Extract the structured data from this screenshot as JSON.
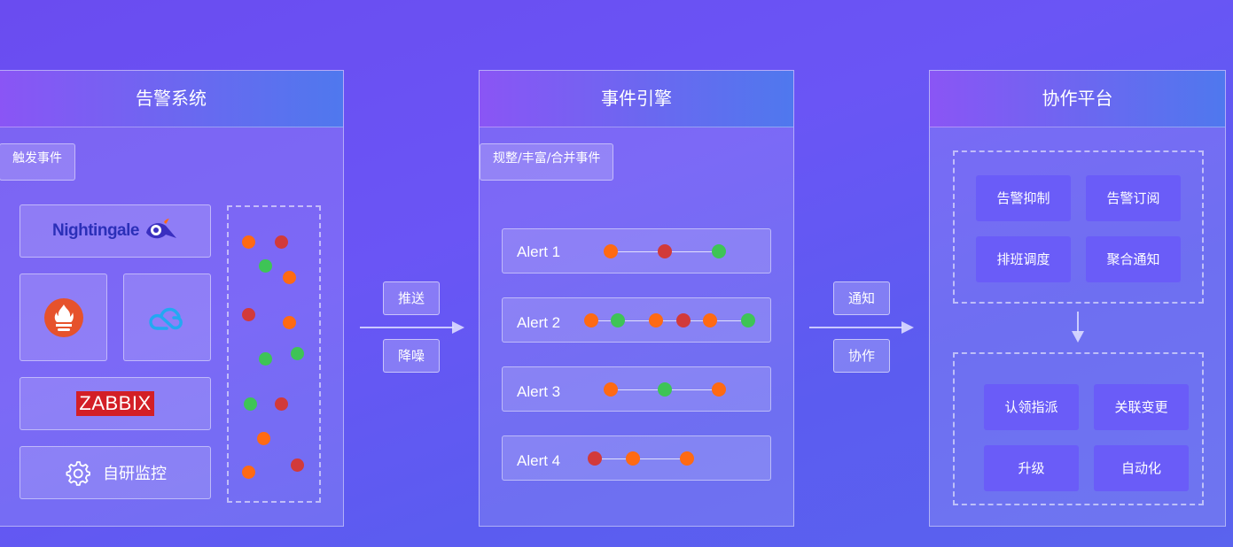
{
  "panels": {
    "alert_system": {
      "title": "告警系统",
      "tag": "触发事件",
      "sources": {
        "nightingale": "Nightingale",
        "zabbix": "ZABBIX",
        "self_monitor": "自研监控"
      }
    },
    "event_engine": {
      "title": "事件引擎",
      "tag": "规整/丰富/合并事件",
      "alerts": [
        {
          "label": "Alert 1",
          "dots": [
            "orange",
            "red",
            "green"
          ]
        },
        {
          "label": "Alert 2",
          "dots": [
            "orange",
            "green",
            "orange",
            "red",
            "orange",
            "green"
          ]
        },
        {
          "label": "Alert 3",
          "dots": [
            "orange",
            "green",
            "orange"
          ]
        },
        {
          "label": "Alert 4",
          "dots": [
            "red",
            "orange",
            "orange"
          ]
        }
      ]
    },
    "collab_platform": {
      "title": "协作平台",
      "top_features": [
        "告警抑制",
        "告警订阅",
        "排班调度",
        "聚合通知"
      ],
      "bottom_features": [
        "认领指派",
        "关联变更",
        "升级",
        "自动化"
      ]
    }
  },
  "flow": {
    "left_labels": [
      "推送",
      "降噪"
    ],
    "right_labels": [
      "通知",
      "协作"
    ]
  },
  "colors": {
    "orange": "#ff6a13",
    "red": "#d23a3a",
    "green": "#3ec456",
    "feature_button": "#6a5cf8"
  },
  "icons": [
    "nightingale-bird-icon",
    "prometheus-icon",
    "tencent-cloud-icon",
    "gear-icon",
    "arrow-right-icon",
    "arrow-down-icon"
  ]
}
